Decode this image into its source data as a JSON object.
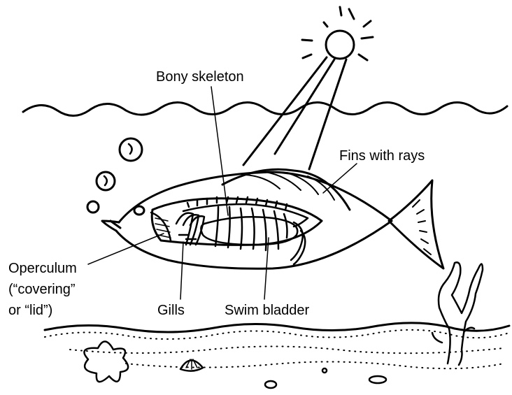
{
  "labels": {
    "bony_skeleton": "Bony skeleton",
    "fins_with_rays": "Fins with rays",
    "operculum_line1": "Operculum",
    "operculum_line2": "(“covering”",
    "operculum_line3": "or “lid”)",
    "gills": "Gills",
    "swim_bladder": "Swim bladder"
  },
  "colors": {
    "ink": "#000000",
    "background": "#ffffff"
  }
}
